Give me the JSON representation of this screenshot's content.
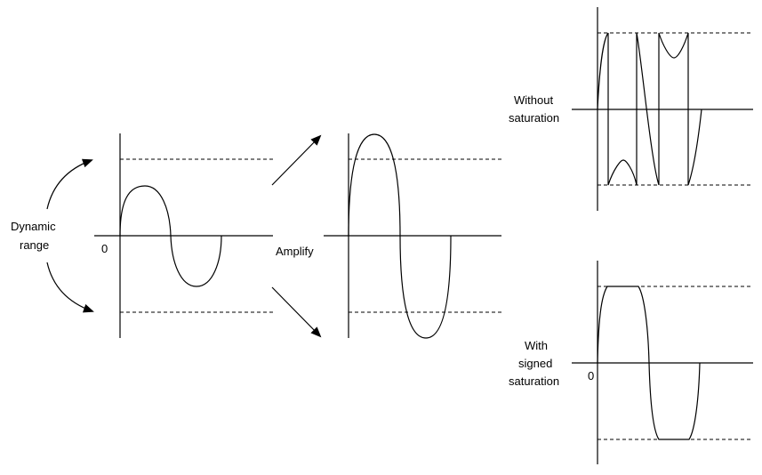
{
  "labels": {
    "dynamic_range_line1": "Dynamic",
    "dynamic_range_line2": "range",
    "zero_left": "0",
    "amplify": "Amplify",
    "without_line1": "Without",
    "without_line2": "saturation",
    "with_line1": "With",
    "with_line2": "signed",
    "with_line3": "saturation",
    "zero_bottom_right": "0"
  }
}
